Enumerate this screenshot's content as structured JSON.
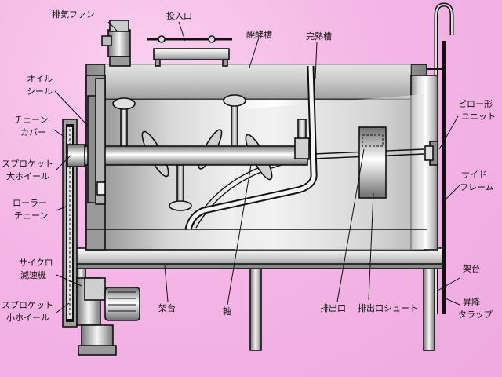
{
  "labels": {
    "exhaust_fan": "排気ファン",
    "inlet": "投入口",
    "fermentation_tank": "醗酵槽",
    "curing_tank": "完熟槽",
    "oil_seal_1": "オイル",
    "oil_seal_2": "シール",
    "chain_cover_1": "チェーン",
    "chain_cover_2": "カバー",
    "sprocket_large_1": "スプロケット",
    "sprocket_large_2": "大ホイール",
    "roller_chain_1": "ローラー",
    "roller_chain_2": "チェーン",
    "cyclo_reducer_1": "サイクロ",
    "cyclo_reducer_2": "減速機",
    "sprocket_small_1": "スプロケット",
    "sprocket_small_2": "小ホイール",
    "base": "架台",
    "shaft": "軸",
    "outlet": "排出口",
    "outlet_chute": "排出口シュート",
    "pillow_unit_1": "ピロー形",
    "pillow_unit_2": "ユニット",
    "side_frame_1": "サイド",
    "side_frame_2": "フレーム",
    "frame_right": "架台",
    "ladder_1": "昇降",
    "ladder_2": "タラップ"
  },
  "colors": {
    "background": "#f4b6e6",
    "steel_light": "#f2f2f2",
    "steel_dark": "#7a7a7a",
    "outline": "#111111"
  }
}
